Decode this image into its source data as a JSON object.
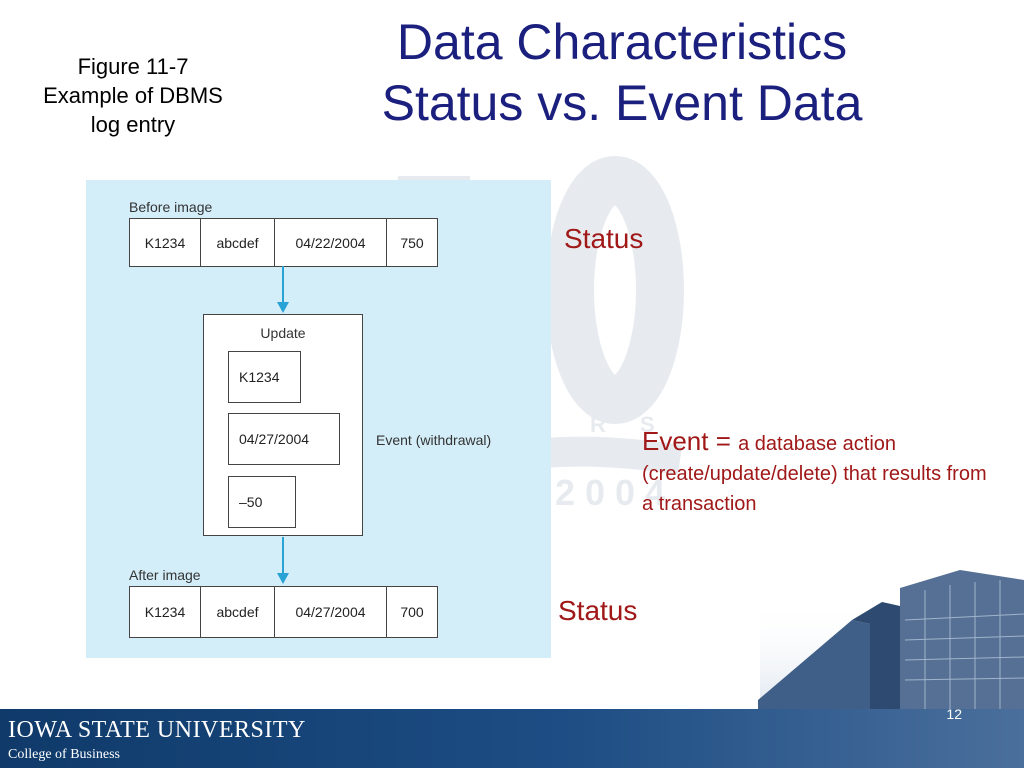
{
  "caption": {
    "line1": "Figure 11-7",
    "line2": "Example of DBMS",
    "line3": "log entry"
  },
  "title": {
    "line1": "Data Characteristics",
    "line2": "Status vs. Event Data"
  },
  "figure": {
    "before_label": "Before image",
    "before_record": [
      "K1234",
      "abcdef",
      "04/22/2004",
      "750"
    ],
    "update_label": "Update",
    "update_fields": [
      "K1234",
      "04/27/2004",
      "–50"
    ],
    "event_label": "Event (withdrawal)",
    "after_label": "After image",
    "after_record": [
      "K1234",
      "abcdef",
      "04/27/2004",
      "700"
    ]
  },
  "status_top": "Status",
  "status_bottom": "Status",
  "event_definition": {
    "term": "Event = ",
    "text": "a database action (create/update/delete) that results from a transaction"
  },
  "footer": {
    "university": "IOWA STATE UNIVERSITY",
    "college": "College of Business"
  },
  "page_number": "12",
  "colors": {
    "title": "#1b1f7e",
    "accent": "#a01818",
    "figure_bg": "#d4eef9",
    "footer": "#1d4d84",
    "arrow": "#29a3d6"
  }
}
